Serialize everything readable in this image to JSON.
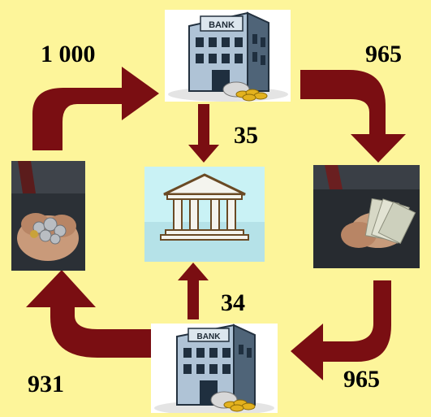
{
  "amounts": {
    "deposit": "1 000",
    "lent_out": "965",
    "reserve_top": "35",
    "reserve_bottom": "34",
    "redeposit": "965",
    "lent_again": "931"
  },
  "bank_sign": "BANK",
  "colors": {
    "background": "#FDF59A",
    "arrow": "#7A0E12",
    "central_bank_bg": "#C9F2F5"
  },
  "icons": {
    "top_bank": "bank-building-icon",
    "bottom_bank": "bank-building-icon",
    "central_bank": "central-bank-columns-icon",
    "left_photo": "hands-with-coins-image",
    "right_photo": "hands-with-banknotes-image"
  }
}
